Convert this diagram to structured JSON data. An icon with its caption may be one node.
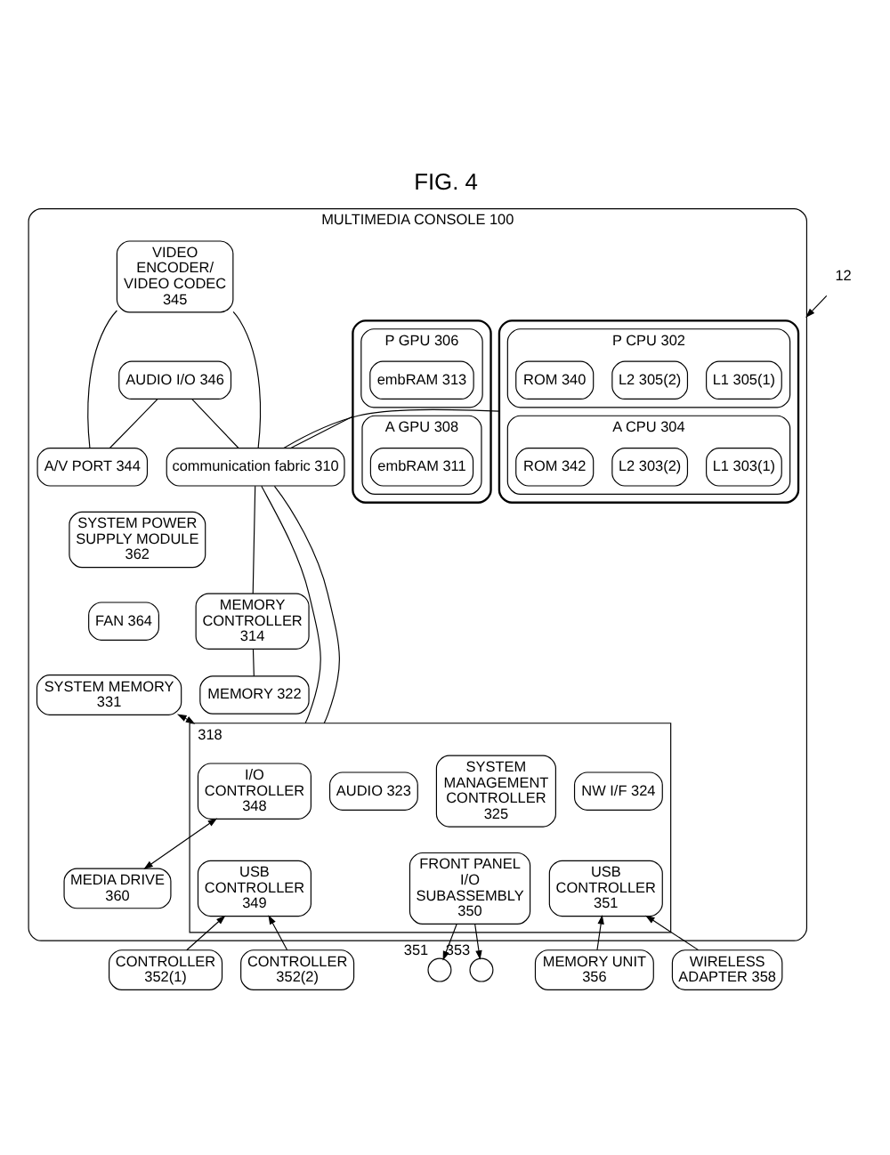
{
  "diagram": {
    "title": "FIG. 4",
    "nodes": [
      {
        "text": [
          "MULTIMEDIA CONSOLE 100"
        ]
      },
      {
        "text": [
          "12"
        ]
      },
      {
        "text": [],
        "shape": "box",
        "in": 0
      },
      {
        "text": [
          "P CPU 302"
        ],
        "in": 2
      },
      {
        "text": [
          "L1 305(1)"
        ],
        "in": 3
      },
      {
        "text": [
          "L2 305(2)"
        ],
        "in": 3
      },
      {
        "text": [
          "ROM 340"
        ],
        "in": 3
      },
      {
        "text": [
          "A CPU 304"
        ],
        "in": 2
      },
      {
        "text": [
          "L1 303(1)"
        ],
        "in": 7
      },
      {
        "text": [
          "L2 303(2)"
        ],
        "in": 7
      },
      {
        "text": [
          "ROM 342"
        ],
        "in": 7
      },
      {
        "text": [],
        "shape": "box",
        "in": 0
      },
      {
        "text": [
          "P GPU 306"
        ],
        "in": 11
      },
      {
        "text": [
          "embRAM 313"
        ],
        "in": 12
      },
      {
        "text": [
          "A GPU 308"
        ],
        "in": 11
      },
      {
        "text": [
          "embRAM 311"
        ],
        "in": 14
      },
      {
        "text": [
          "VIDEO ENCODER/ VIDEO CODEC 345"
        ],
        "in": 0
      },
      {
        "text": [
          "A/V PORT 344"
        ],
        "in": 0
      },
      {
        "text": [
          "AUDIO I/O 346"
        ],
        "in": 0
      },
      {
        "text": [
          "communication fabric 310"
        ],
        "in": 0
      },
      {
        "text": [
          "SYSTEM POWER SUPPLY MODULE 362"
        ],
        "in": 0
      },
      {
        "text": [
          "MEMORY CONTROLLER 314"
        ],
        "in": 0
      },
      {
        "text": [
          "FAN 364"
        ],
        "in": 0
      },
      {
        "text": [
          "MEMORY 322"
        ],
        "in": 0
      },
      {
        "text": [
          "318"
        ],
        "in": 0
      },
      {
        "text": [
          "SYSTEM MEMORY 331"
        ],
        "in": 0
      },
      {
        "text": [
          "I/O CONTROLLER 348"
        ],
        "in": 24
      },
      {
        "text": [
          "SYSTEM MANAGEMENT CONTROLLER 325"
        ],
        "in": 24
      },
      {
        "text": [
          "AUDIO 323"
        ],
        "in": 24
      },
      {
        "text": [
          "NW I/F 324"
        ],
        "in": 24
      },
      {
        "text": [
          "MEDIA DRIVE 360"
        ],
        "in": 0
      },
      {
        "text": [
          "USB CONTROLLER 349"
        ],
        "in": 24
      },
      {
        "text": [
          "FRONT PANEL I/O SUBASSEMBLY 350"
        ],
        "in": 24
      },
      {
        "text": [
          "USB CONTROLLER 351"
        ],
        "in": 24
      },
      {
        "text": [
          "CONTROLLER 352(1)"
        ]
      },
      {
        "text": [
          "CONTROLLER 352(2)"
        ]
      },
      {
        "text": [],
        "shape": "circle",
        "beside": [
          "351"
        ]
      },
      {
        "text": [],
        "shape": "circle",
        "beside": [
          "353"
        ]
      },
      {
        "text": [
          "MEMORY UNIT 356"
        ]
      },
      {
        "text": [
          "WIRELESS ADAPTER 358"
        ]
      }
    ],
    "edges": [
      {
        "from": 1,
        "to": 0,
        "arrow": "to"
      },
      {
        "from": 2,
        "to": 19,
        "arrow": "none"
      },
      {
        "from": 11,
        "to": 19,
        "arrow": "none"
      },
      {
        "from": 16,
        "to": 17,
        "arrow": "none"
      },
      {
        "from": 18,
        "to": 17,
        "arrow": "none"
      },
      {
        "from": 16,
        "to": 19,
        "arrow": "none"
      },
      {
        "from": 18,
        "to": 19,
        "arrow": "none"
      },
      {
        "from": 19,
        "to": 21,
        "arrow": "none"
      },
      {
        "from": 21,
        "to": 23,
        "arrow": "none"
      },
      {
        "from": 19,
        "to": 24,
        "arrow": "none"
      },
      {
        "from": 19,
        "to": 24,
        "arrow": "none"
      },
      {
        "from": 25,
        "to": 24,
        "arrow": "both"
      },
      {
        "from": 26,
        "to": 30,
        "arrow": "both"
      },
      {
        "from": 34,
        "to": 31,
        "arrow": "to"
      },
      {
        "from": 35,
        "to": 31,
        "arrow": "to"
      },
      {
        "from": 32,
        "to": 36,
        "arrow": "to"
      },
      {
        "from": 32,
        "to": 37,
        "arrow": "to"
      },
      {
        "from": 38,
        "to": 33,
        "arrow": "to"
      },
      {
        "from": 39,
        "to": 33,
        "arrow": "to"
      }
    ]
  }
}
